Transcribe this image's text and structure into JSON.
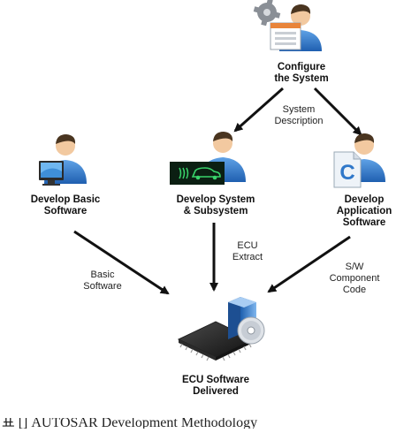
{
  "nodes": {
    "configure": {
      "label_line1": "Configure",
      "label_line2": "the System",
      "icon": "person-gear-form-icon"
    },
    "basic": {
      "label_line1": "Develop Basic",
      "label_line2": "Software",
      "icon": "person-monitor-icon"
    },
    "system": {
      "label_line1": "Develop System",
      "label_line2": "& Subsystem",
      "icon": "person-car-sensor-icon"
    },
    "application": {
      "label_line1": "Develop",
      "label_line2": "Application",
      "label_line3": "Software",
      "icon": "person-c-file-icon"
    },
    "ecu": {
      "label_line1": "ECU Software",
      "label_line2": "Delivered",
      "icon": "ecu-chip-disc-icon"
    }
  },
  "edges": {
    "system_description": {
      "line1": "System",
      "line2": "Description"
    },
    "ecu_extract": {
      "line1": "ECU",
      "line2": "Extract"
    },
    "basic_software": {
      "line1": "Basic",
      "line2": "Software"
    },
    "sw_component_code": {
      "line1": "S/W",
      "line2": "Component",
      "line3": "Code"
    }
  },
  "caption": {
    "text": "표 [] AUTOSAR Development Methodology"
  },
  "colors": {
    "arrow": "#111111",
    "shirt": "#2f77c9",
    "skin": "#f2c9a0",
    "hair": "#4a3520",
    "badge_bg": "#0b1f12",
    "badge_fg": "#39d36a"
  }
}
